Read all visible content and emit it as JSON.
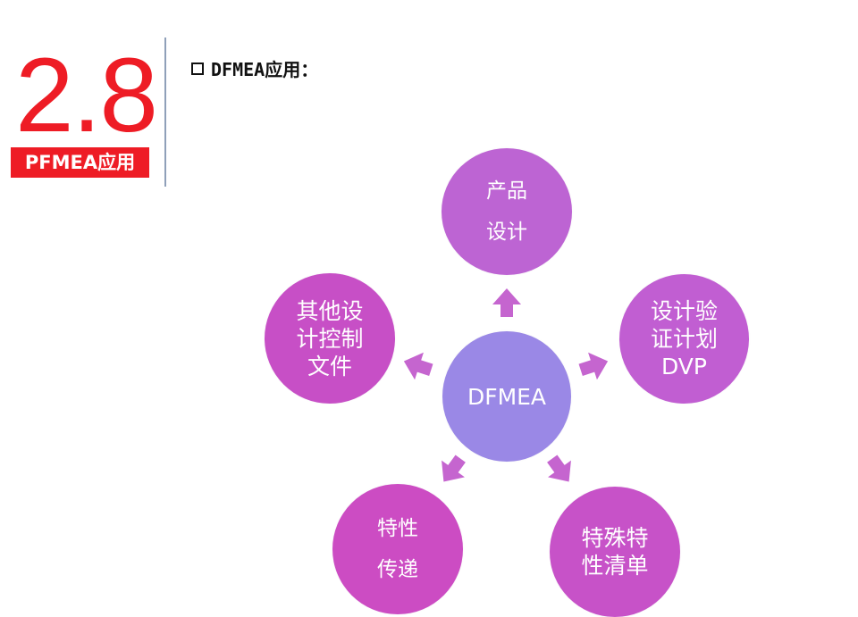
{
  "section": {
    "number": "2.8",
    "tag": "PFMEA应用"
  },
  "heading": {
    "text": "DFMEA应用："
  },
  "diagram": {
    "center": [
      "DFMEA"
    ],
    "nodes": {
      "top": [
        "产品",
        "设计"
      ],
      "right": [
        "设计验",
        "证计划",
        "DVP"
      ],
      "left": [
        "其他设",
        "计控制",
        "文件"
      ],
      "bottom_left": [
        "特性",
        "传递"
      ],
      "bottom_right": [
        "特殊特",
        "性清单"
      ]
    }
  },
  "colors": {
    "title_red": "#ee1c25",
    "center_fill": "#9a88e6",
    "node_fill": "#c15ed2",
    "arrow_fill": "#c565cf"
  }
}
